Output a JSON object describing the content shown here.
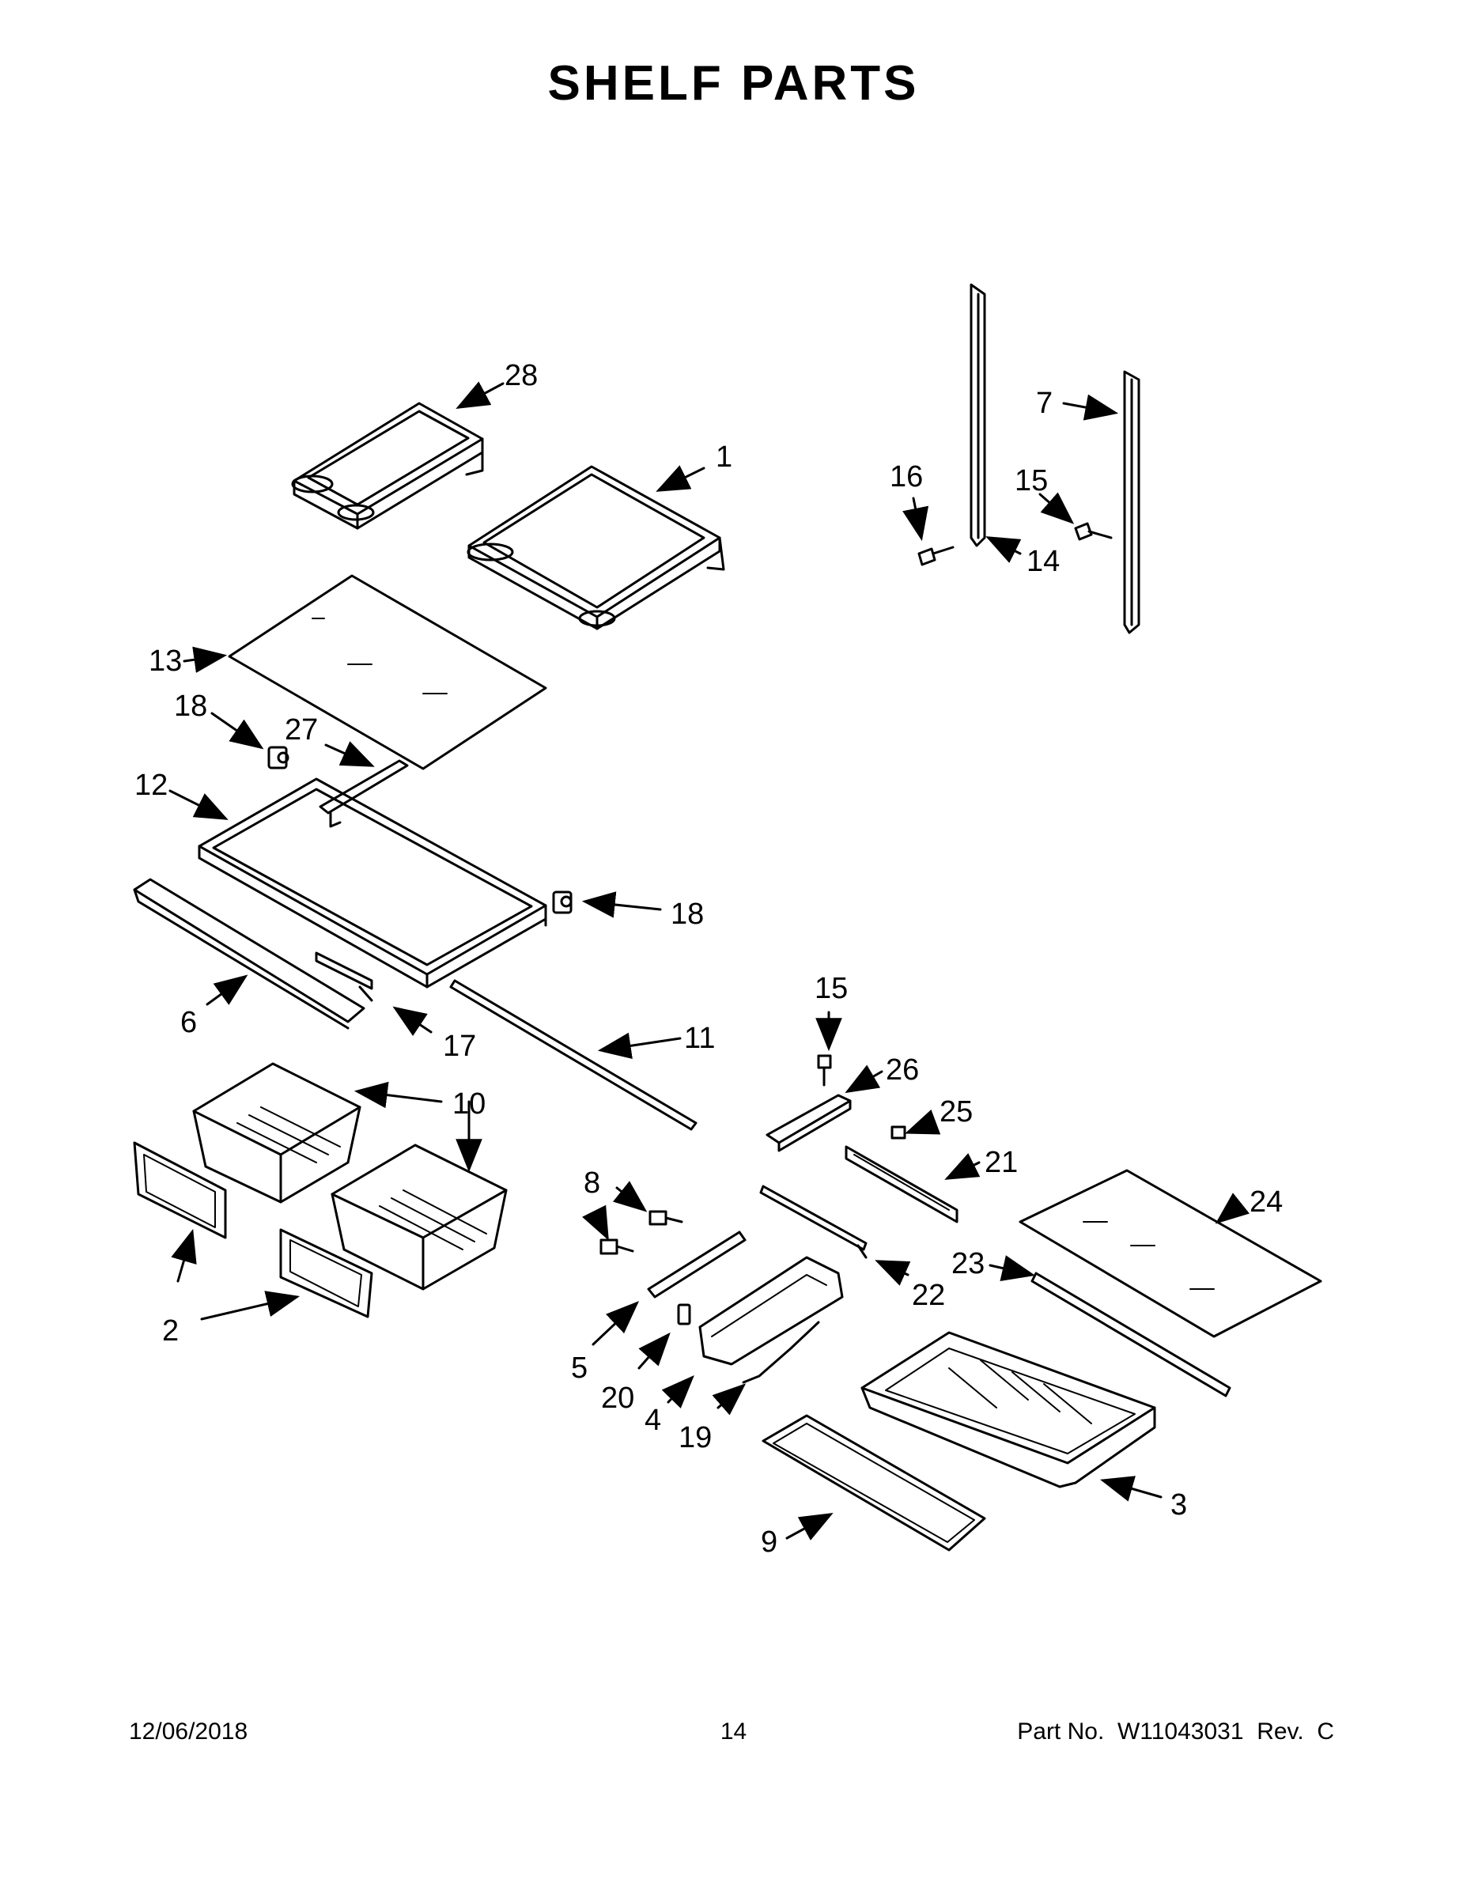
{
  "title": "SHELF PARTS",
  "footer": {
    "date": "12/06/2018",
    "page": "14",
    "part_number": "Part No.  W11043031  Rev.  C"
  },
  "callouts": [
    "28",
    "1",
    "7",
    "16",
    "15",
    "14",
    "13",
    "18",
    "27",
    "12",
    "18",
    "6",
    "17",
    "11",
    "10",
    "2",
    "15",
    "26",
    "25",
    "21",
    "8",
    "24",
    "23",
    "22",
    "5",
    "20",
    "4",
    "19",
    "3",
    "9"
  ]
}
